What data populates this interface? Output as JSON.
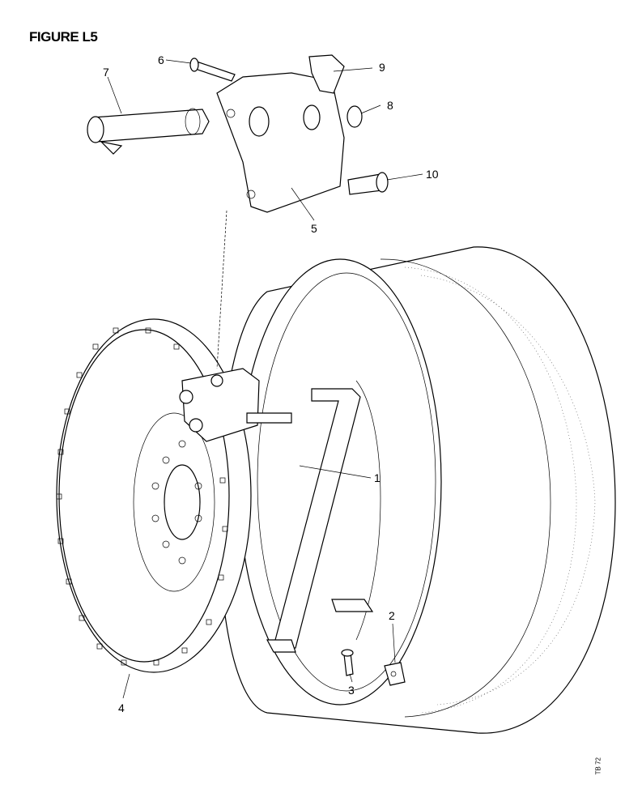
{
  "figure_title": "FIGURE L5",
  "reference_code": "TB 72",
  "callouts": [
    "1",
    "2",
    "3",
    "4",
    "5",
    "6",
    "7",
    "8",
    "9",
    "10"
  ]
}
